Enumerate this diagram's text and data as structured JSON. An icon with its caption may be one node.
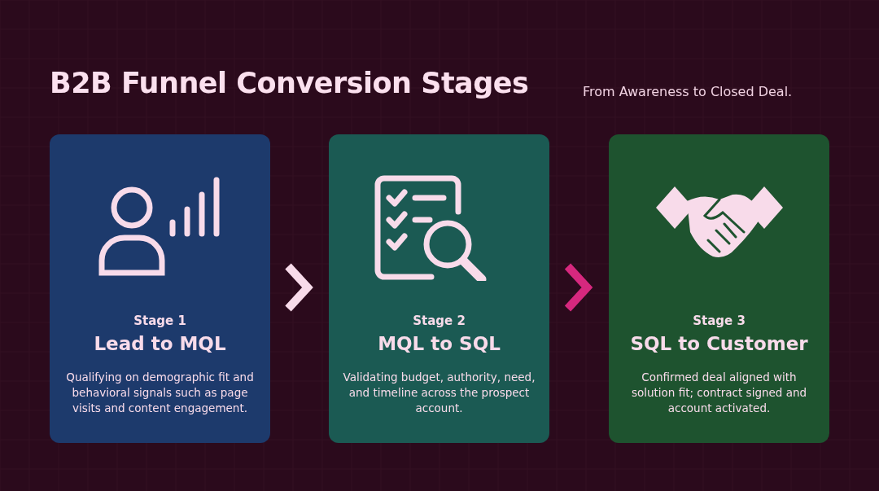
{
  "diagram": {
    "title": "B2B Funnel Conversion Stages",
    "nodes": [
      {
        "text": [
          "Stage 1",
          "Lead to MQL",
          "Qualifying on demographic fit and behavioral signals such as page visits and content engagement."
        ]
      },
      {
        "text": [
          "Stage 2",
          "MQL to SQL",
          "Validating budget, authority, need, and timeline across the prospect account."
        ]
      },
      {
        "text": [
          "Stage 3",
          "SQL to Customer",
          "Confirmed deal aligned with solution fit; contract signed and account activated."
        ]
      }
    ],
    "edges": [
      {
        "from": 0,
        "to": 1,
        "arrow": "to"
      },
      {
        "from": 1,
        "to": 2,
        "arrow": "to",
        "color": "#d6287e"
      }
    ],
    "labels": [
      "From Awareness to Closed Deal."
    ]
  }
}
